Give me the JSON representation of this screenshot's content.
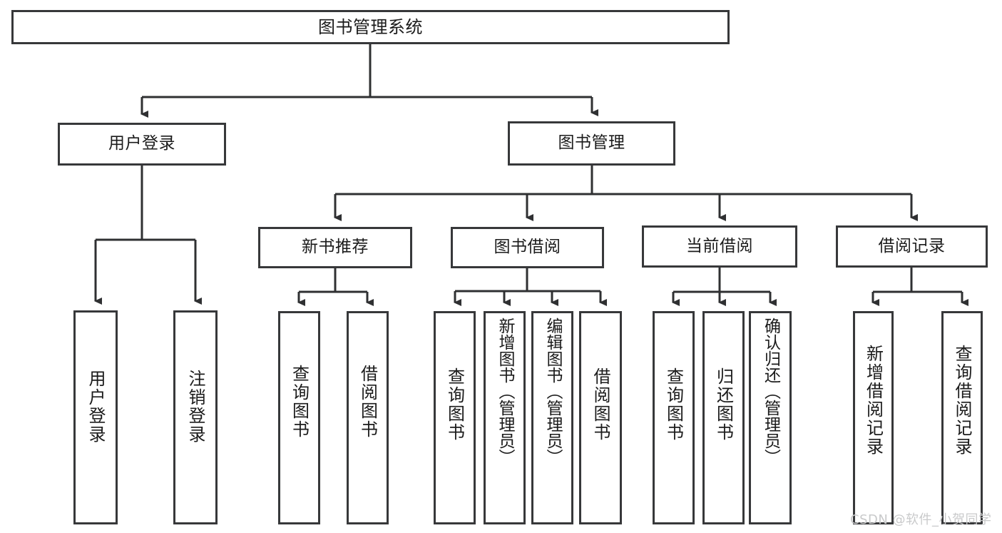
{
  "diagram": {
    "type": "tree-hierarchy",
    "title": "图书管理系统",
    "watermark": "CSDN @软件_小贺同学",
    "colors": {
      "box_border": "#37383a",
      "box_fill": "#ffffff",
      "connector": "#2f3032",
      "text": "#1b1b1b",
      "watermark": "#c9cacb",
      "background": "#ffffff"
    },
    "nodes": {
      "root": {
        "label": "图书管理系统"
      },
      "level1": [
        {
          "id": "user-login",
          "label": "用户登录"
        },
        {
          "id": "book-manage",
          "label": "图书管理"
        }
      ],
      "level2": [
        {
          "id": "new-book-recommend",
          "label": "新书推荐",
          "parent": "book-manage"
        },
        {
          "id": "book-borrow",
          "label": "图书借阅",
          "parent": "book-manage"
        },
        {
          "id": "current-borrow",
          "label": "当前借阅",
          "parent": "book-manage"
        },
        {
          "id": "borrow-record",
          "label": "借阅记录",
          "parent": "book-manage"
        }
      ],
      "leaves": {
        "user-login": [
          {
            "id": "leaf-user-login",
            "label": "用户登录"
          },
          {
            "id": "leaf-user-logout",
            "label": "注销登录"
          }
        ],
        "new-book-recommend": [
          {
            "id": "leaf-query-book-1",
            "label": "查询图书"
          },
          {
            "id": "leaf-borrow-book-1",
            "label": "借阅图书"
          }
        ],
        "book-borrow": [
          {
            "id": "leaf-query-book-2",
            "label": "查询图书"
          },
          {
            "id": "leaf-add-book",
            "label": "新增图书（管理员）"
          },
          {
            "id": "leaf-edit-book",
            "label": "编辑图书（管理员）"
          },
          {
            "id": "leaf-borrow-book-2",
            "label": "借阅图书"
          }
        ],
        "current-borrow": [
          {
            "id": "leaf-query-book-3",
            "label": "查询图书"
          },
          {
            "id": "leaf-return-book",
            "label": "归还图书"
          },
          {
            "id": "leaf-confirm-return",
            "label": "确认归还（管理员）"
          }
        ],
        "borrow-record": [
          {
            "id": "leaf-add-record",
            "label": "新增借阅记录"
          },
          {
            "id": "leaf-query-record",
            "label": "查询借阅记录"
          }
        ]
      }
    }
  }
}
